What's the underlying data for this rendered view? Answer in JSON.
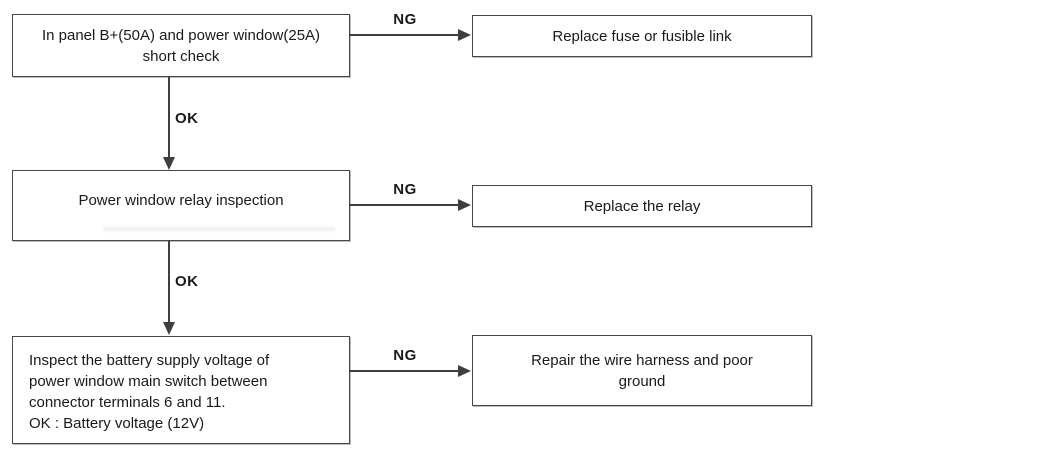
{
  "flowchart": {
    "steps": [
      {
        "lines": [
          "In panel B+(50A) and power window(25A)",
          "short check"
        ]
      },
      {
        "lines": [
          "Power window relay inspection"
        ]
      },
      {
        "lines": [
          "Inspect the battery supply voltage of",
          "power window main switch between",
          "connector terminals 6 and 11.",
          "OK : Battery voltage (12V)"
        ]
      }
    ],
    "actions": [
      {
        "lines": [
          "Replace fuse or fusible link"
        ]
      },
      {
        "lines": [
          "Replace the relay"
        ]
      },
      {
        "lines": [
          "Repair the wire harness and poor",
          "ground"
        ]
      }
    ],
    "edges": [
      {
        "from": "step-1",
        "to": "action-1",
        "label": "NG"
      },
      {
        "from": "step-1",
        "to": "step-2",
        "label": "OK"
      },
      {
        "from": "step-2",
        "to": "action-2",
        "label": "NG"
      },
      {
        "from": "step-2",
        "to": "step-3",
        "label": "OK"
      },
      {
        "from": "step-3",
        "to": "action-3",
        "label": "NG"
      }
    ],
    "colors": {
      "line": "#3f3f3f",
      "border": "#474747",
      "text": "#1a1a1a",
      "background": "#ffffff"
    }
  }
}
